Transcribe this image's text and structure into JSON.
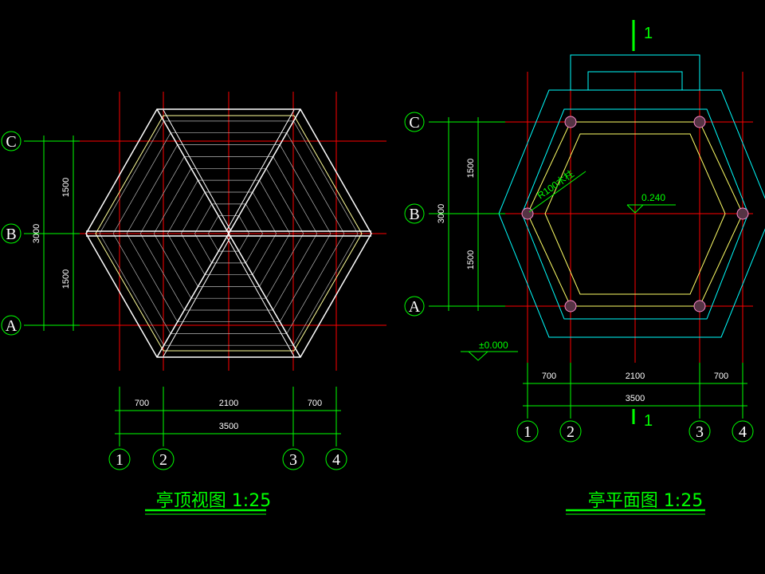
{
  "drawing": {
    "colors": {
      "background": "#000000",
      "axis": "#ff0000",
      "dimension": "#00ff00",
      "roof": "#ffffff",
      "rafter_outline": "#ffff66",
      "plan_outline": "#00ffff",
      "column": "#ff66cc",
      "text": "#ffffff"
    },
    "left": {
      "title": "亭顶视图 1:25",
      "grid_rows": [
        "C",
        "B",
        "A"
      ],
      "grid_cols": [
        "1",
        "2",
        "3",
        "4"
      ],
      "dims_h": [
        "700",
        "2100",
        "700"
      ],
      "dim_h_total": "3500",
      "dims_v": [
        "1500",
        "1500"
      ],
      "dim_v_total": "3000"
    },
    "right": {
      "title": "亭平面图 1:25",
      "grid_rows": [
        "C",
        "B",
        "A"
      ],
      "grid_cols": [
        "1",
        "2",
        "3",
        "4"
      ],
      "dims_h": [
        "700",
        "2100",
        "700"
      ],
      "dim_h_total": "3500",
      "dims_v": [
        "1500",
        "1500"
      ],
      "dim_v_total": "3000",
      "section_mark": "1",
      "column_label": "R100木柱",
      "elev_inner": "0.240",
      "elev_ground": "±0.000"
    }
  }
}
